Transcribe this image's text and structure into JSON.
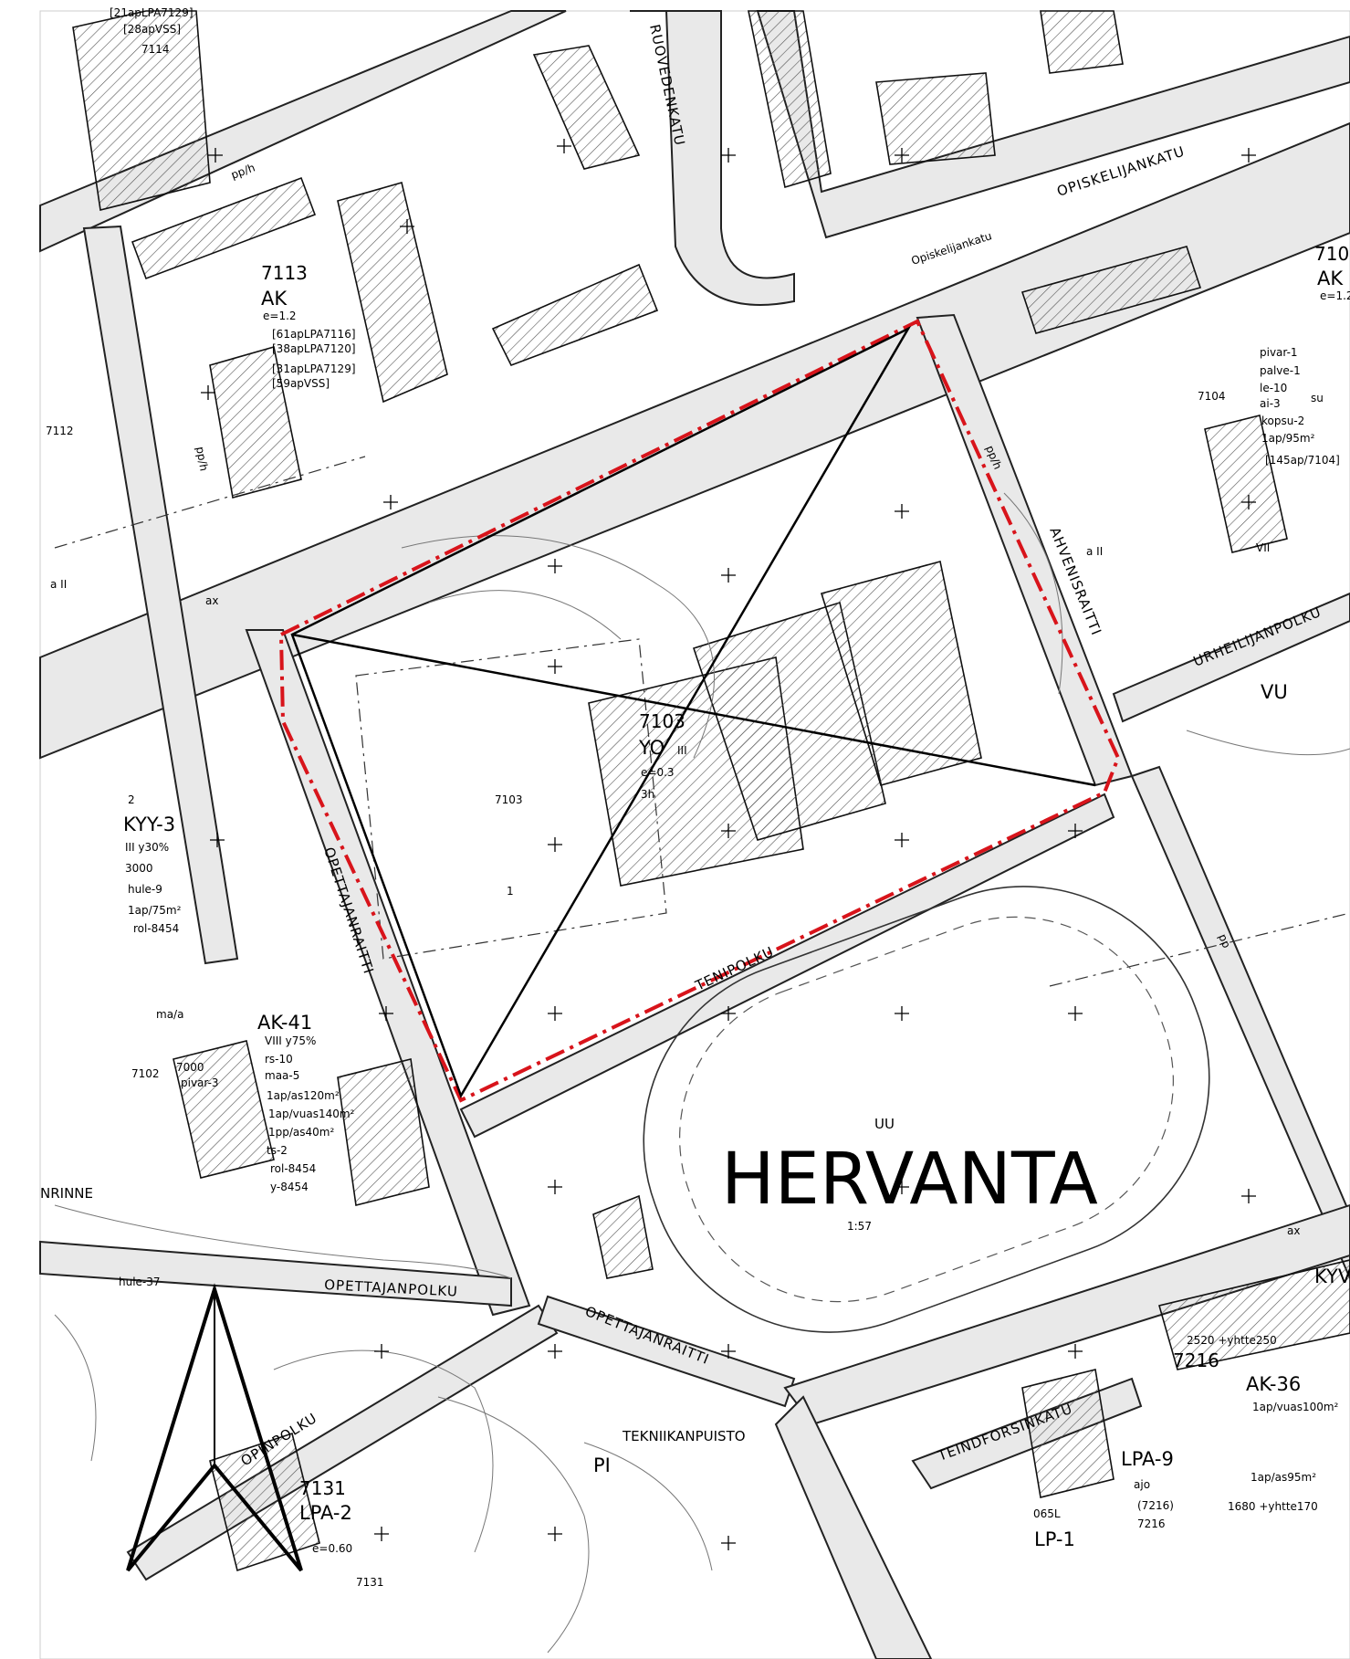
{
  "map": {
    "district_name": "HERVANTA",
    "district_zone": "UU",
    "scale_note": "1:57",
    "blocks": [
      {
        "id": "block-7113",
        "number": "7113",
        "zone": "AK",
        "efficiency": "e=1.2",
        "notes": [
          "[61apLPA7116]",
          "[38apLPA7120]",
          "[31apLPA7129]",
          "[59apVSS]"
        ]
      },
      {
        "id": "block-7103",
        "number": "7103",
        "zone": "YO",
        "floors": "III",
        "efficiency": "e=0.3",
        "extra": "3h",
        "inner": "7103",
        "sub": "1"
      },
      {
        "id": "block-kyy3",
        "zone": "KYY-3",
        "lines": [
          "III y30%",
          "3000",
          "hule-9",
          "1ap/75m²",
          "rol-8454"
        ],
        "sub": "2"
      },
      {
        "id": "block-ak41",
        "zone": "AK-41",
        "number": "7000",
        "lines": [
          "VIII y75%",
          "rs-10",
          "maa-5",
          "1ap/as120m²",
          "1ap/vuas140m²",
          "1pp/as40m²",
          "ts-2",
          "rol-8454",
          "y-8454"
        ],
        "pivar": "pivar-3",
        "side": "7102"
      },
      {
        "id": "block-7131",
        "number": "7131",
        "zone": "LPA-2",
        "efficiency": "e=0.60",
        "inner": "7131"
      },
      {
        "id": "block-7104",
        "number": "7104",
        "zone": "AK",
        "lines": [
          "pivar-1",
          "palve-1",
          "le-10",
          "ai-3",
          "kopsu-2",
          "1ap/95m²",
          "[145ap/7104]"
        ],
        "partial_number": "710",
        "partial_eff": "e=1.2",
        "aii": "a II",
        "vii": "VII",
        "su": "su"
      },
      {
        "id": "block-7216",
        "number": "7216",
        "zone": "AK-36",
        "lines": [
          "2520 +yhtte250",
          "1ap/vuas100m²",
          "1ap/as95m²",
          "1680 +yhtte170"
        ],
        "partial": "KYV"
      },
      {
        "id": "block-lpa9",
        "zone": "LPA-9",
        "lines": [
          "ajo",
          "(7216)",
          "7216"
        ]
      },
      {
        "id": "block-lp1",
        "zone": "LP-1",
        "lines": [
          "065L"
        ]
      }
    ],
    "areas": {
      "vu": "VU",
      "pi": "PI",
      "tekniikanpuisto": "TEKNIIKANPUISTO",
      "ax": "ax",
      "ma_a": "ma/a",
      "a_ii": "a II",
      "block_7112": "7112",
      "block_7114": "7114",
      "hule37": "hule-37",
      "nrinne": "NRINNE"
    },
    "streets": [
      {
        "id": "street-ruovedenkatu",
        "name": "RUOVEDENKATU"
      },
      {
        "id": "street-opiskelijankatu",
        "name": "OPISKELIJANKATU"
      },
      {
        "id": "street-opiskelijankatu-small",
        "name": "Opiskelijankatu"
      },
      {
        "id": "street-ahvenisraitti",
        "name": "AHVENISRAITTI"
      },
      {
        "id": "street-urheilijanpolku",
        "name": "URHEILIJANPOLKU"
      },
      {
        "id": "street-opettajanraitti",
        "name": "OPETTAJANRAITTI"
      },
      {
        "id": "street-opettajanraitti-2",
        "name": "OPETTAJANRAITTI"
      },
      {
        "id": "street-opettajanpolku",
        "name": "OPETTAJANPOLKU"
      },
      {
        "id": "street-opinpolku",
        "name": "OPINPOLKU"
      },
      {
        "id": "street-tenipolku",
        "name": "TENIPOLKU"
      },
      {
        "id": "street-tiedonforsinkatu",
        "name": "TEINDFORSINKATU"
      },
      {
        "id": "street-pp",
        "name": "pp"
      },
      {
        "id": "street-pp-h",
        "name": "pp/h"
      }
    ],
    "top_labels": [
      "[28apVSS]",
      "[21apLPA7129]"
    ],
    "colors": {
      "boundary": "#d8141b",
      "line": "#000000",
      "road_fill": "#e9e9e9",
      "hatch": "#555555"
    },
    "icons": {
      "north_arrow": "north-arrow-icon"
    }
  }
}
